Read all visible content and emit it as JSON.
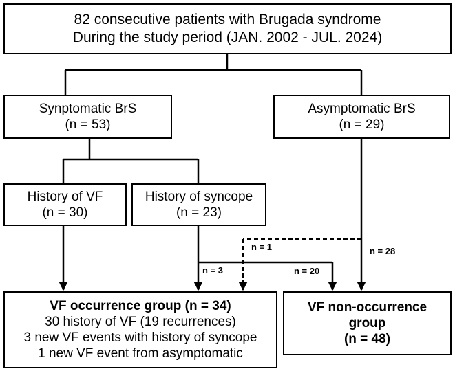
{
  "top": {
    "line1": "82 consecutive patients with Brugada syndrome",
    "line2": "During the study period (JAN. 2002 - JUL. 2024)"
  },
  "symptomatic": {
    "title": "Synptomatic BrS",
    "count": "(n = 53)"
  },
  "asymptomatic": {
    "title": "Asymptomatic BrS",
    "count": "(n = 29)"
  },
  "history_vf": {
    "title": "History of VF",
    "count": "(n = 30)"
  },
  "history_syncope": {
    "title": "History of syncope",
    "count": "(n = 23)"
  },
  "labels": {
    "n1": "n = 1",
    "n28": "n = 28",
    "n3": "n = 3",
    "n20": "n = 20"
  },
  "vf_occurrence": {
    "title": "VF occurrence group (n = 34)",
    "line1": "30 history of VF (19 recurrences)",
    "line2": "3 new VF events with history of syncope",
    "line3": "1 new VF event from asymptomatic"
  },
  "vf_non_occurrence": {
    "line1": "VF non-occurrence",
    "line2": "group",
    "line3": "(n = 48)"
  }
}
